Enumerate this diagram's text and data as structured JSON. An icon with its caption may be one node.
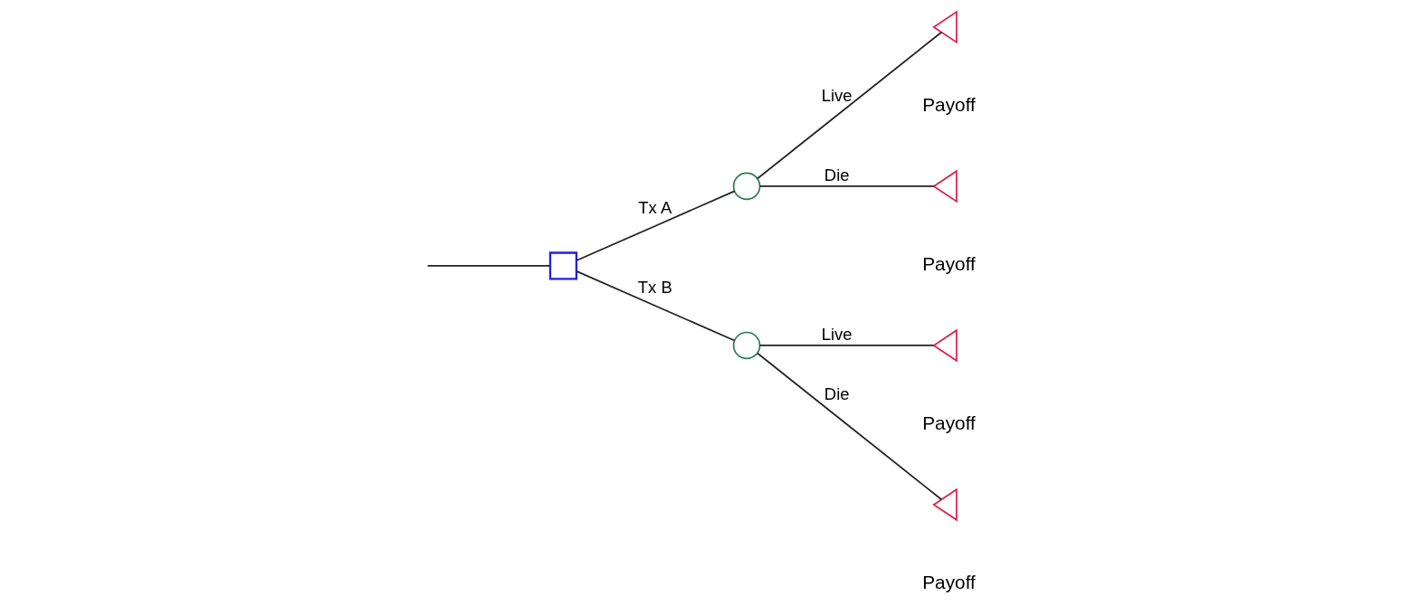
{
  "diagram": {
    "nodes": [
      {
        "text": [],
        "shape": "box"
      },
      {
        "text": [],
        "shape": "circle"
      },
      {
        "text": [],
        "shape": "circle"
      },
      {
        "text": [],
        "shape": "triangle",
        "beside": [
          "Payoff"
        ]
      },
      {
        "text": [],
        "shape": "triangle",
        "beside": [
          "Payoff"
        ]
      },
      {
        "text": [],
        "shape": "triangle",
        "beside": [
          "Payoff"
        ]
      },
      {
        "text": [],
        "shape": "triangle",
        "beside": [
          "Payoff"
        ]
      }
    ],
    "edges": [
      {
        "from": null,
        "to": 0,
        "arrow": "none"
      },
      {
        "from": 0,
        "to": 1,
        "arrow": "none",
        "label": "Tx A"
      },
      {
        "from": 0,
        "to": 2,
        "arrow": "none",
        "label": "Tx B"
      },
      {
        "from": 1,
        "to": 3,
        "arrow": "none",
        "label": "Live"
      },
      {
        "from": 1,
        "to": 4,
        "arrow": "none",
        "label": "Die"
      },
      {
        "from": 2,
        "to": 5,
        "arrow": "none",
        "label": "Live"
      },
      {
        "from": 2,
        "to": 6,
        "arrow": "none",
        "label": "Die"
      }
    ]
  }
}
